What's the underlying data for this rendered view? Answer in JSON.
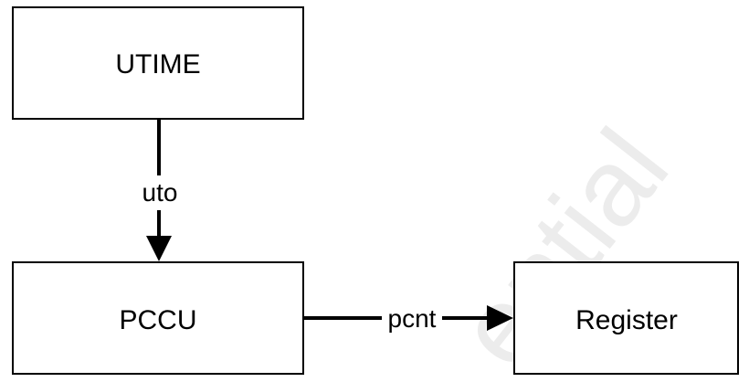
{
  "nodes": {
    "utime": {
      "label": "UTIME"
    },
    "pccu": {
      "label": "PCCU"
    },
    "register": {
      "label": "Register"
    }
  },
  "edges": {
    "uto": {
      "label": "uto"
    },
    "pcnt": {
      "label": "pcnt"
    }
  },
  "watermark": {
    "text": "ential"
  }
}
